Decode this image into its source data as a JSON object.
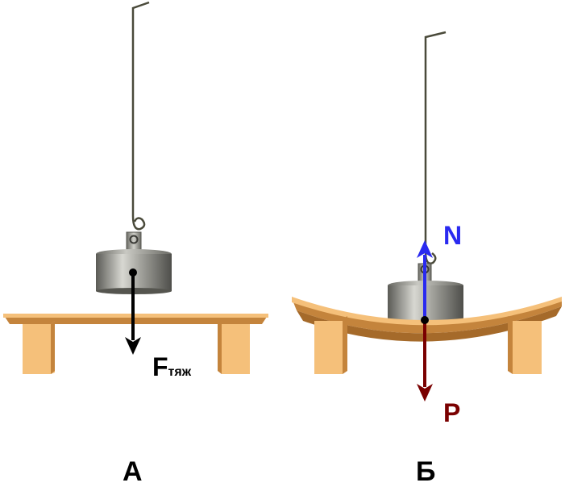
{
  "panels": [
    {
      "label": "А"
    },
    {
      "label": "Б"
    }
  ],
  "forces": {
    "gravity": {
      "symbol": "F",
      "subscript": "тяж",
      "color": "#000000"
    },
    "normal": {
      "symbol": "N",
      "color": "#2a2af0"
    },
    "weight": {
      "symbol": "P",
      "color": "#7a0000"
    }
  },
  "colors": {
    "board_top": "#f5c07a",
    "board_side": "#c4843c",
    "board_dark": "#a56a2a",
    "weight_body": "#8a8a84",
    "string": "#4a4a3a"
  }
}
